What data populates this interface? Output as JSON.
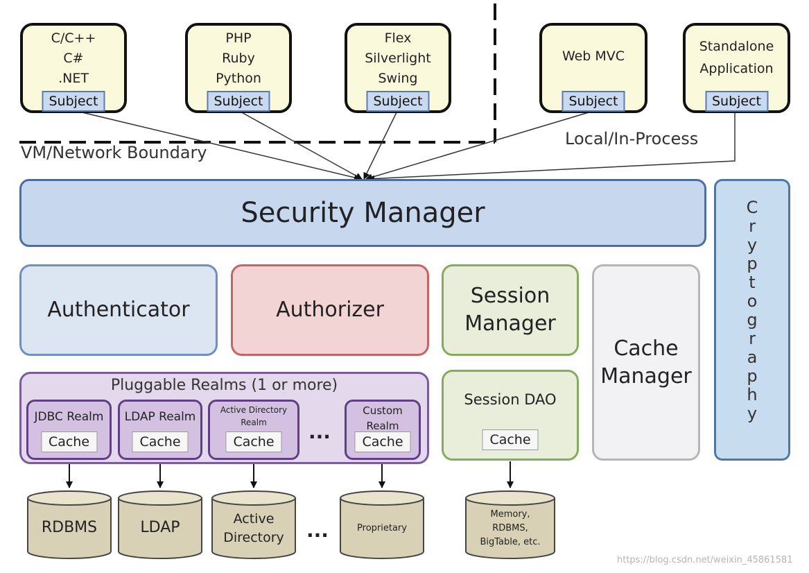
{
  "clients": [
    {
      "lines": [
        "C/C++",
        "C#",
        ".NET"
      ],
      "subject": "Subject"
    },
    {
      "lines": [
        "PHP",
        "Ruby",
        "Python"
      ],
      "subject": "Subject"
    },
    {
      "lines": [
        "Flex",
        "Silverlight",
        "Swing"
      ],
      "subject": "Subject"
    },
    {
      "lines": [
        "Web MVC"
      ],
      "subject": "Subject"
    },
    {
      "lines": [
        "Standalone",
        "Application"
      ],
      "subject": "Subject"
    }
  ],
  "boundary": {
    "vm_network": "VM/Network Boundary",
    "local": "Local/In-Process"
  },
  "security_manager": "Security Manager",
  "authenticator": "Authenticator",
  "authorizer": "Authorizer",
  "session_manager": [
    "Session",
    "Manager"
  ],
  "cache_manager": [
    "Cache",
    "Manager"
  ],
  "cryptography": [
    "C",
    "r",
    "y",
    "p",
    "t",
    "o",
    "g",
    "r",
    "a",
    "p",
    "h",
    "y"
  ],
  "realms": {
    "title": "Pluggable Realms (1 or more)",
    "items": [
      {
        "name": "JDBC Realm",
        "cache": "Cache"
      },
      {
        "name": "LDAP Realm",
        "cache": "Cache"
      },
      {
        "name": "Active Directory Realm",
        "cache": "Cache"
      },
      {
        "name": "Custom Realm",
        "cache": "Cache"
      }
    ],
    "ellipsis": "..."
  },
  "session_dao": {
    "name": "Session DAO",
    "cache": "Cache"
  },
  "datastores": {
    "rdbms": "RDBMS",
    "ldap": "LDAP",
    "active_directory": [
      "Active",
      "Directory"
    ],
    "ellipsis": "...",
    "proprietary": "Proprietary",
    "memory": [
      "Memory,",
      "RDBMS,",
      "BigTable, etc."
    ]
  },
  "watermark": "https://blog.csdn.net/weixin_45861581"
}
